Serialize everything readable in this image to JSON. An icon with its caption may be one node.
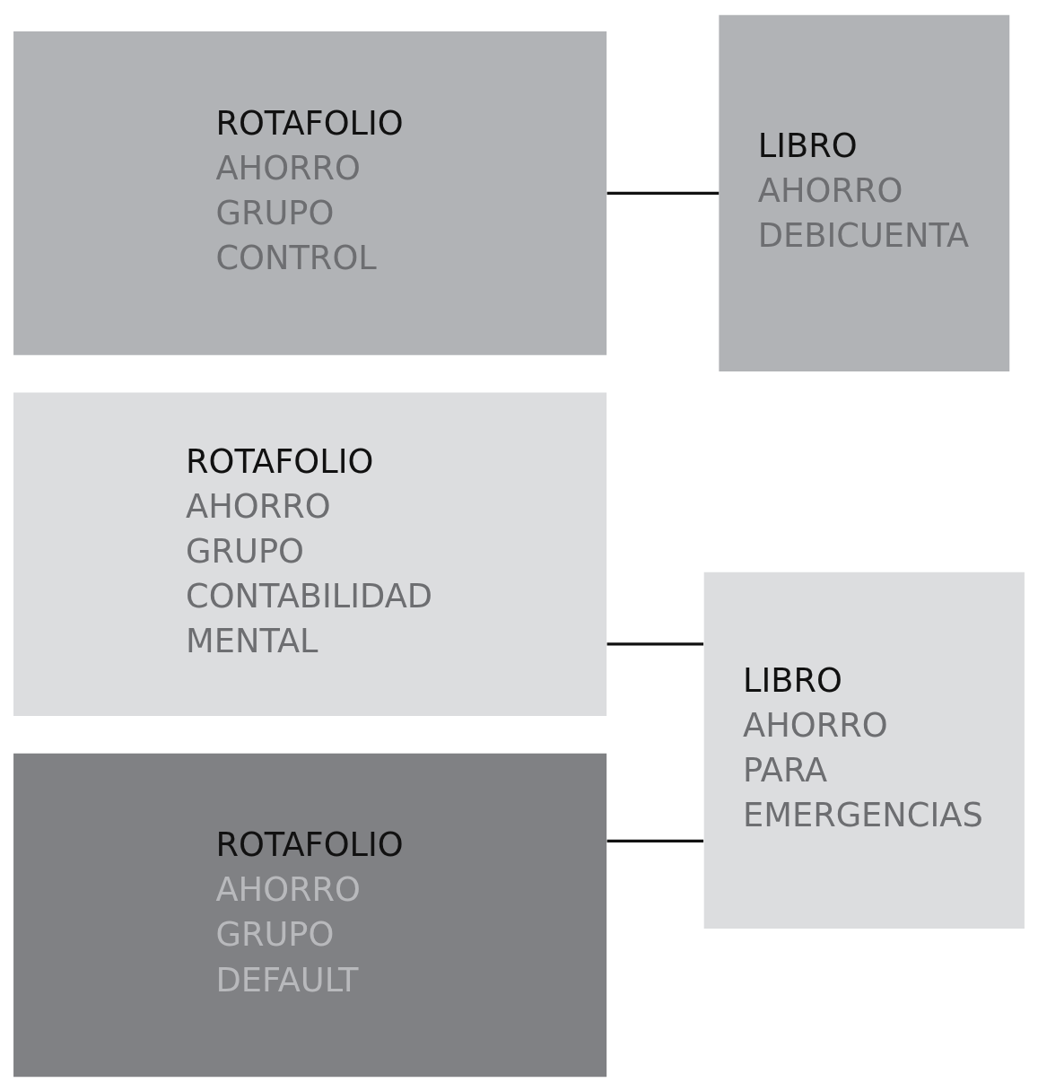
{
  "diagram": {
    "nodes": [
      {
        "text": [
          "ROTAFOLIO",
          "AHORRO GRUPO CONTROL"
        ]
      },
      {
        "text": [
          "LIBRO",
          "AHORRO DEBICUENTA"
        ]
      },
      {
        "text": [
          "ROTAFOLIO",
          "AHORRO GRUPO CONTABILIDAD MENTAL"
        ]
      },
      {
        "text": [
          "ROTAFOLIO",
          "AHORRO GRUPO DEFAULT"
        ]
      },
      {
        "text": [
          "LIBRO",
          "AHORRO PARA EMERGENCIAS"
        ]
      }
    ],
    "edges": [
      {
        "from": 0,
        "to": 1,
        "arrow": "none"
      },
      {
        "from": 2,
        "to": 4,
        "arrow": "none"
      },
      {
        "from": 3,
        "to": 4,
        "arrow": "none"
      }
    ]
  }
}
